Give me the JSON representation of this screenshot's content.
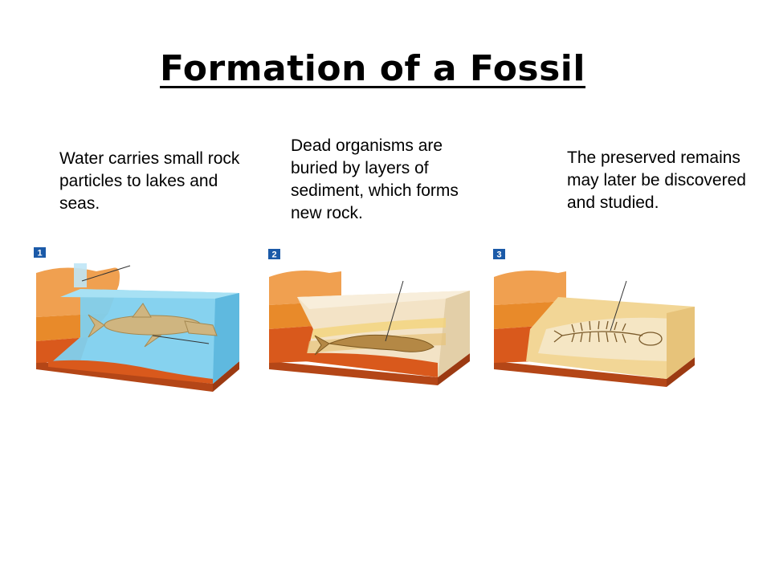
{
  "title": "Formation of a Fossil",
  "stages": [
    {
      "number": "1",
      "caption": "Water carries small rock particles to lakes and seas."
    },
    {
      "number": "2",
      "caption": "Dead organisms are buried by layers of sediment, which forms new rock."
    },
    {
      "number": "3",
      "caption": "The preserved remains may later be discovered and studied."
    }
  ],
  "colors": {
    "water": "#7fd0ee",
    "rock_top": "#f0a050",
    "rock_mid": "#e88a2a",
    "rock_deep": "#d9591c",
    "sediment": "#f3e3c6",
    "badge": "#1b5aa8"
  }
}
